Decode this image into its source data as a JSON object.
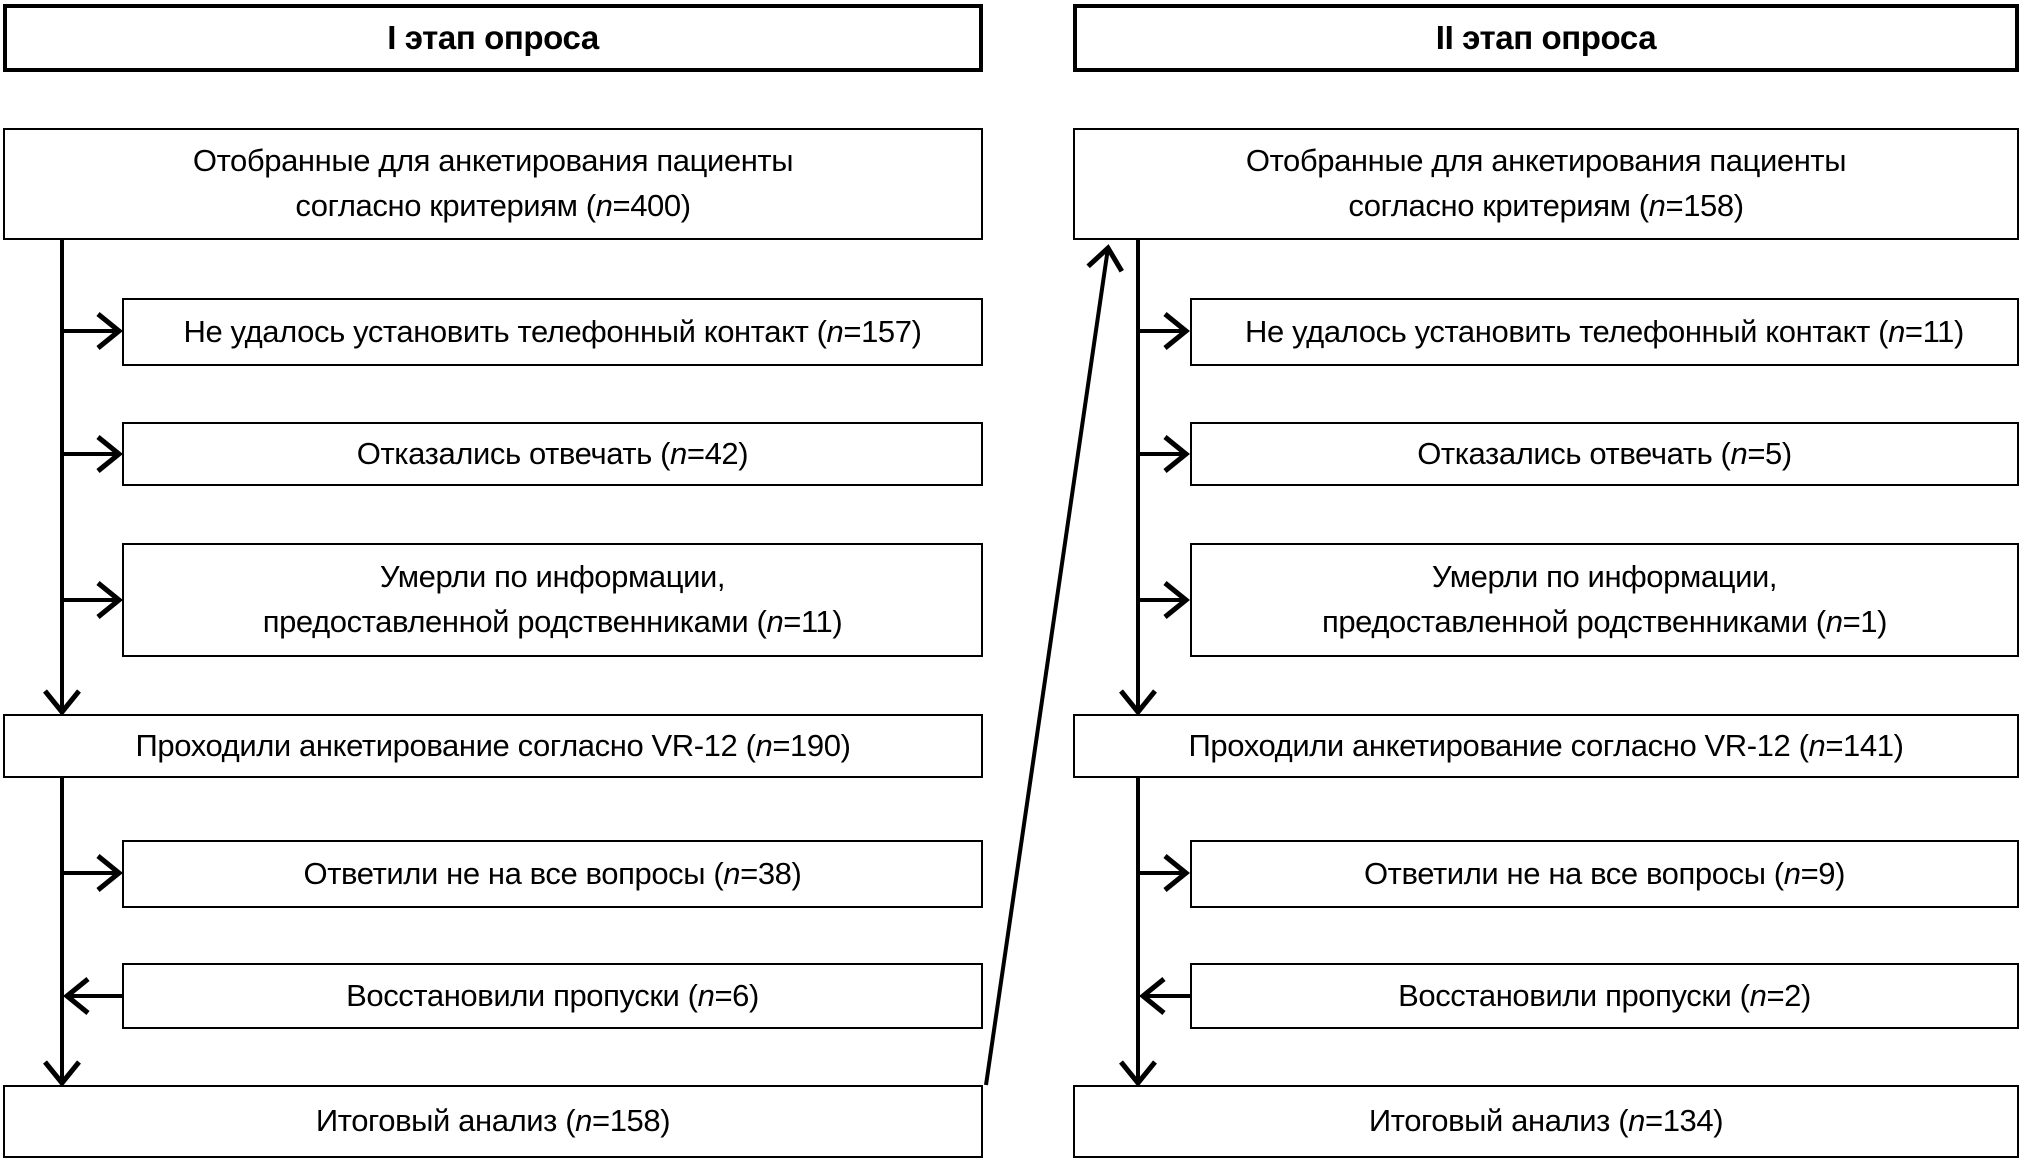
{
  "diagram": {
    "stage1": {
      "header": "I этап опроса",
      "selected": {
        "line1": "Отобранные для анкетирования пациенты",
        "line2_pre": "согласно критериям (",
        "n": "n",
        "line2_post": "=400)"
      },
      "no_contact": {
        "pre": "Не удалось установить телефонный контакт (",
        "n": "n",
        "post": "=157)"
      },
      "refused": {
        "pre": "Отказались отвечать (",
        "n": "n",
        "post": "=42)"
      },
      "died": {
        "line1": "Умерли по информации,",
        "line2_pre": "предоставленной родственниками (",
        "n": "n",
        "line2_post": "=11)"
      },
      "surveyed": {
        "pre": "Проходили анкетирование согласно VR-12 (",
        "n": "n",
        "post": "=190)"
      },
      "incomplete": {
        "pre": "Ответили не на все вопросы (",
        "n": "n",
        "post": "=38)"
      },
      "recovered": {
        "pre": "Восстановили пропуски (",
        "n": "n",
        "post": "=6)"
      },
      "final": {
        "pre": "Итоговый анализ (",
        "n": "n",
        "post": "=158)"
      }
    },
    "stage2": {
      "header": "II этап опроса",
      "selected": {
        "line1": "Отобранные для анкетирования пациенты",
        "line2_pre": "согласно критериям (",
        "n": "n",
        "line2_post": "=158)"
      },
      "no_contact": {
        "pre": "Не удалось установить телефонный контакт (",
        "n": "n",
        "post": "=11)"
      },
      "refused": {
        "pre": "Отказались отвечать (",
        "n": "n",
        "post": "=5)"
      },
      "died": {
        "line1": "Умерли по информации,",
        "line2_pre": "предоставленной родственниками (",
        "n": "n",
        "line2_post": "=1)"
      },
      "surveyed": {
        "pre": "Проходили анкетирование согласно VR-12 (",
        "n": "n",
        "post": "=141)"
      },
      "incomplete": {
        "pre": "Ответили не на все вопросы (",
        "n": "n",
        "post": "=9)"
      },
      "recovered": {
        "pre": "Восстановили пропуски (",
        "n": "n",
        "post": "=2)"
      },
      "final": {
        "pre": "Итоговый анализ (",
        "n": "n",
        "post": "=134)"
      }
    },
    "colors": {
      "line": "#000000",
      "box_border": "#000000",
      "background": "#ffffff",
      "text": "#000000"
    }
  }
}
